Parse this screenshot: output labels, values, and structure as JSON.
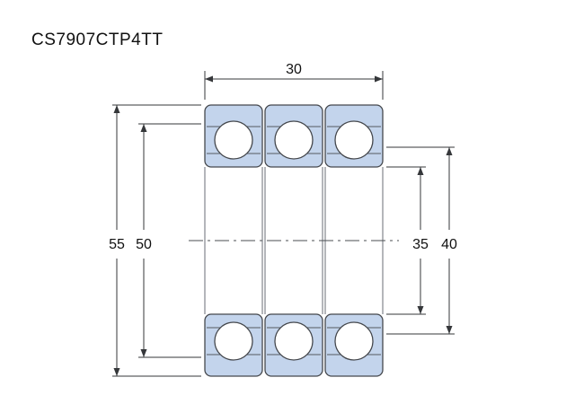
{
  "title": "CS7907CTP4TT",
  "diagram": {
    "type": "bearing-cross-section-triplex",
    "dimensions": {
      "width": {
        "label": "30"
      },
      "outer_diameter": {
        "label": "55"
      },
      "outer_shoulder": {
        "label": "50"
      },
      "bore": {
        "label": "35"
      },
      "inner_shoulder": {
        "label": "40"
      }
    },
    "colors": {
      "ring_fill": "#c3d4ec",
      "line": "#35373a",
      "background": "#ffffff"
    }
  }
}
